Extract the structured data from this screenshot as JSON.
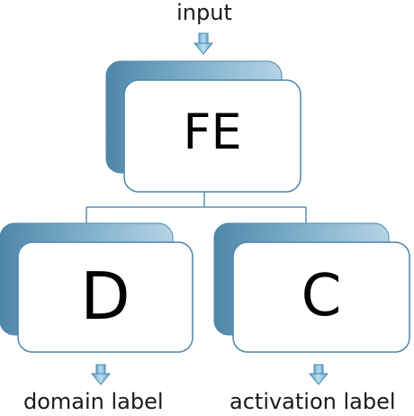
{
  "diagram": {
    "input_label": "input",
    "nodes": {
      "fe": {
        "label": "FE"
      },
      "d": {
        "label": "D"
      },
      "c": {
        "label": "C"
      }
    },
    "outputs": {
      "domain_label": "domain label",
      "activation_label": "activation label"
    }
  },
  "colors": {
    "shadow_light": "#b6d3e4",
    "shadow_dark": "#4f87a9",
    "node_border": "#4a86a8",
    "connector": "#5a93b4",
    "arrow": "#8cc3e2"
  }
}
